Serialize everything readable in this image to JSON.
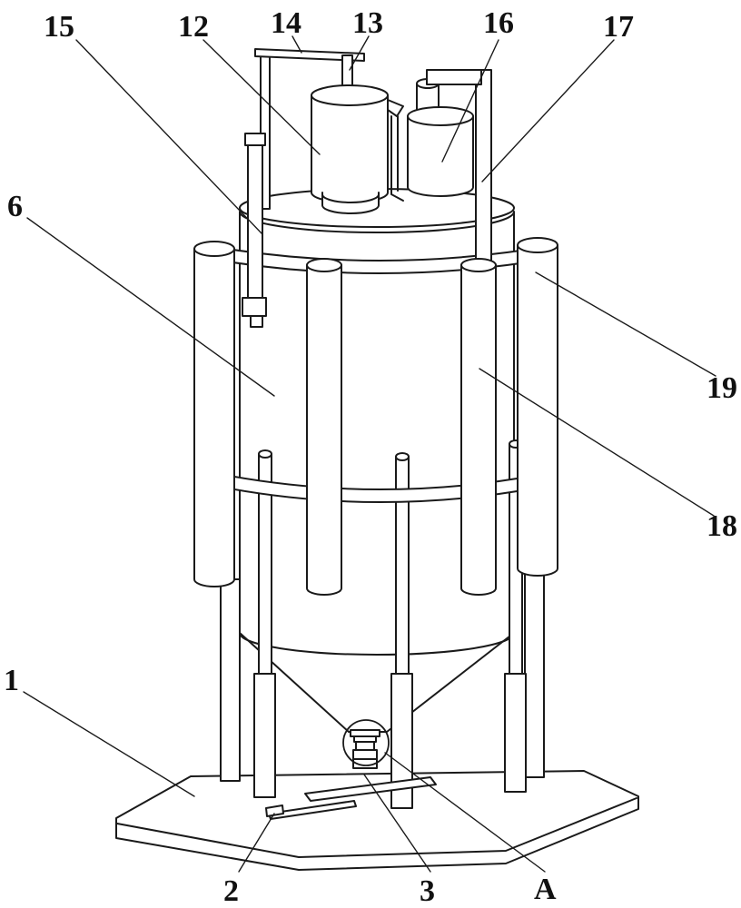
{
  "figure": {
    "background_color": "#ffffff",
    "line_color": "#1a1a1a",
    "label_color": "#111111",
    "description": "Patent-style line drawing of a vertical processing tank apparatus with numbered part callouts"
  },
  "labels": {
    "n1": "1",
    "n2": "2",
    "n3": "3",
    "n6": "6",
    "n12": "12",
    "n13": "13",
    "n14": "14",
    "n15": "15",
    "n16": "16",
    "n17": "17",
    "n18": "18",
    "n19": "19",
    "nA": "A"
  }
}
